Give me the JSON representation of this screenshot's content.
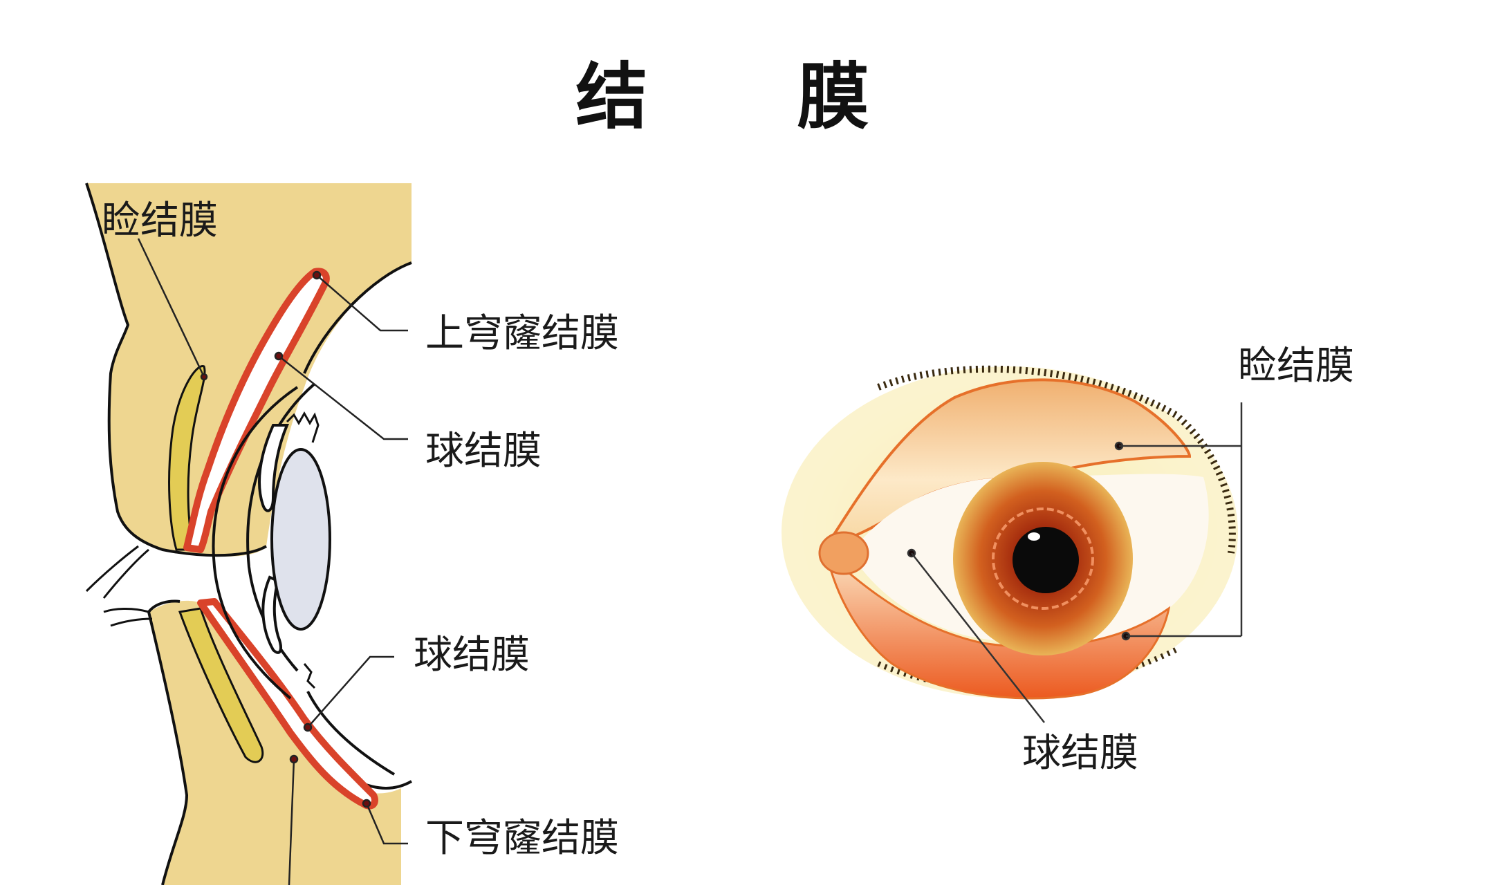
{
  "title": "结  膜",
  "colors": {
    "skin_tan": "#eed690",
    "conjunctiva_red": "#d9432a",
    "tarsal_yellow": "#e3cc55",
    "lens_gray": "#dfe2ec",
    "iris_orange": "#c8501e",
    "pupil": "#0a0a0a",
    "sclera": "#fdf8ef",
    "outline": "#111111"
  },
  "left_diagram": {
    "name": "sagittal-section",
    "labels": [
      {
        "id": "palpebral",
        "text": "睑结膜"
      },
      {
        "id": "superior-fornix",
        "text": "上穹窿结膜"
      },
      {
        "id": "bulbar-upper",
        "text": "球结膜"
      },
      {
        "id": "bulbar-lower",
        "text": "球结膜"
      },
      {
        "id": "inferior-fornix",
        "text": "下穹窿结膜"
      }
    ]
  },
  "right_diagram": {
    "name": "frontal-eye-view",
    "labels": [
      {
        "id": "palpebral",
        "text": "睑结膜"
      },
      {
        "id": "bulbar",
        "text": "球结膜"
      }
    ]
  }
}
